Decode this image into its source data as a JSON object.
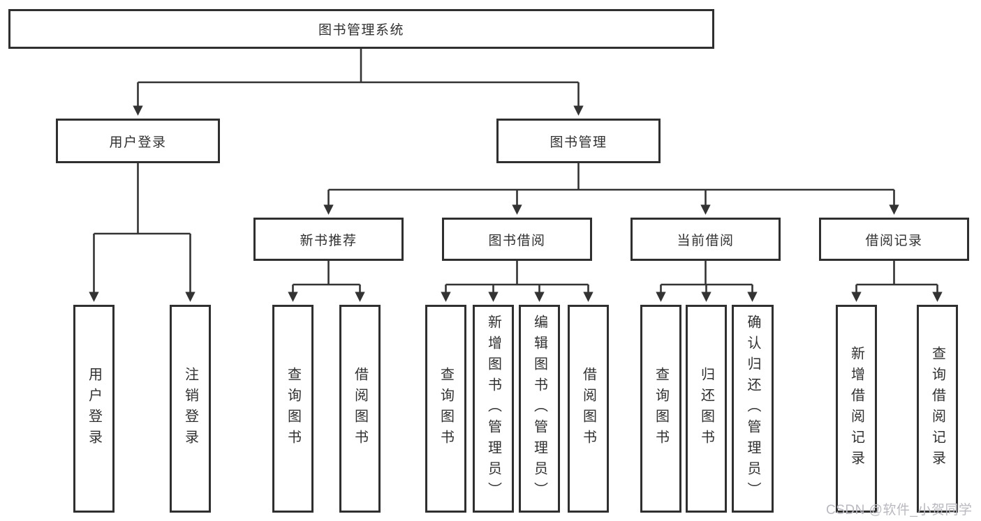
{
  "diagram": {
    "root": {
      "label": "图书管理系统"
    },
    "level2": [
      {
        "label": "用户登录"
      },
      {
        "label": "图书管理"
      }
    ],
    "level3": [
      {
        "label": "新书推荐"
      },
      {
        "label": "图书借阅"
      },
      {
        "label": "当前借阅"
      },
      {
        "label": "借阅记录"
      }
    ],
    "leaves": {
      "user_login": [
        {
          "label": "用户登录"
        },
        {
          "label": "注销登录"
        }
      ],
      "new_books": [
        {
          "label": "查询图书"
        },
        {
          "label": "借阅图书"
        }
      ],
      "book_borrow": [
        {
          "label": "查询图书"
        },
        {
          "label": "新增图书（管理员）"
        },
        {
          "label": "编辑图书（管理员）"
        },
        {
          "label": "借阅图书"
        }
      ],
      "current_borrow": [
        {
          "label": "查询图书"
        },
        {
          "label": "归还图书"
        },
        {
          "label": "确认归还（管理员）"
        }
      ],
      "borrow_records": [
        {
          "label": "新增借阅记录"
        },
        {
          "label": "查询借阅记录"
        }
      ]
    }
  },
  "watermark": {
    "text": "CSDN @软件_小贺同学"
  },
  "colors": {
    "line": "#333333",
    "box_border": "#2f2f2f",
    "text": "#303030",
    "watermark": "#b9b9c0",
    "background": "#ffffff"
  }
}
